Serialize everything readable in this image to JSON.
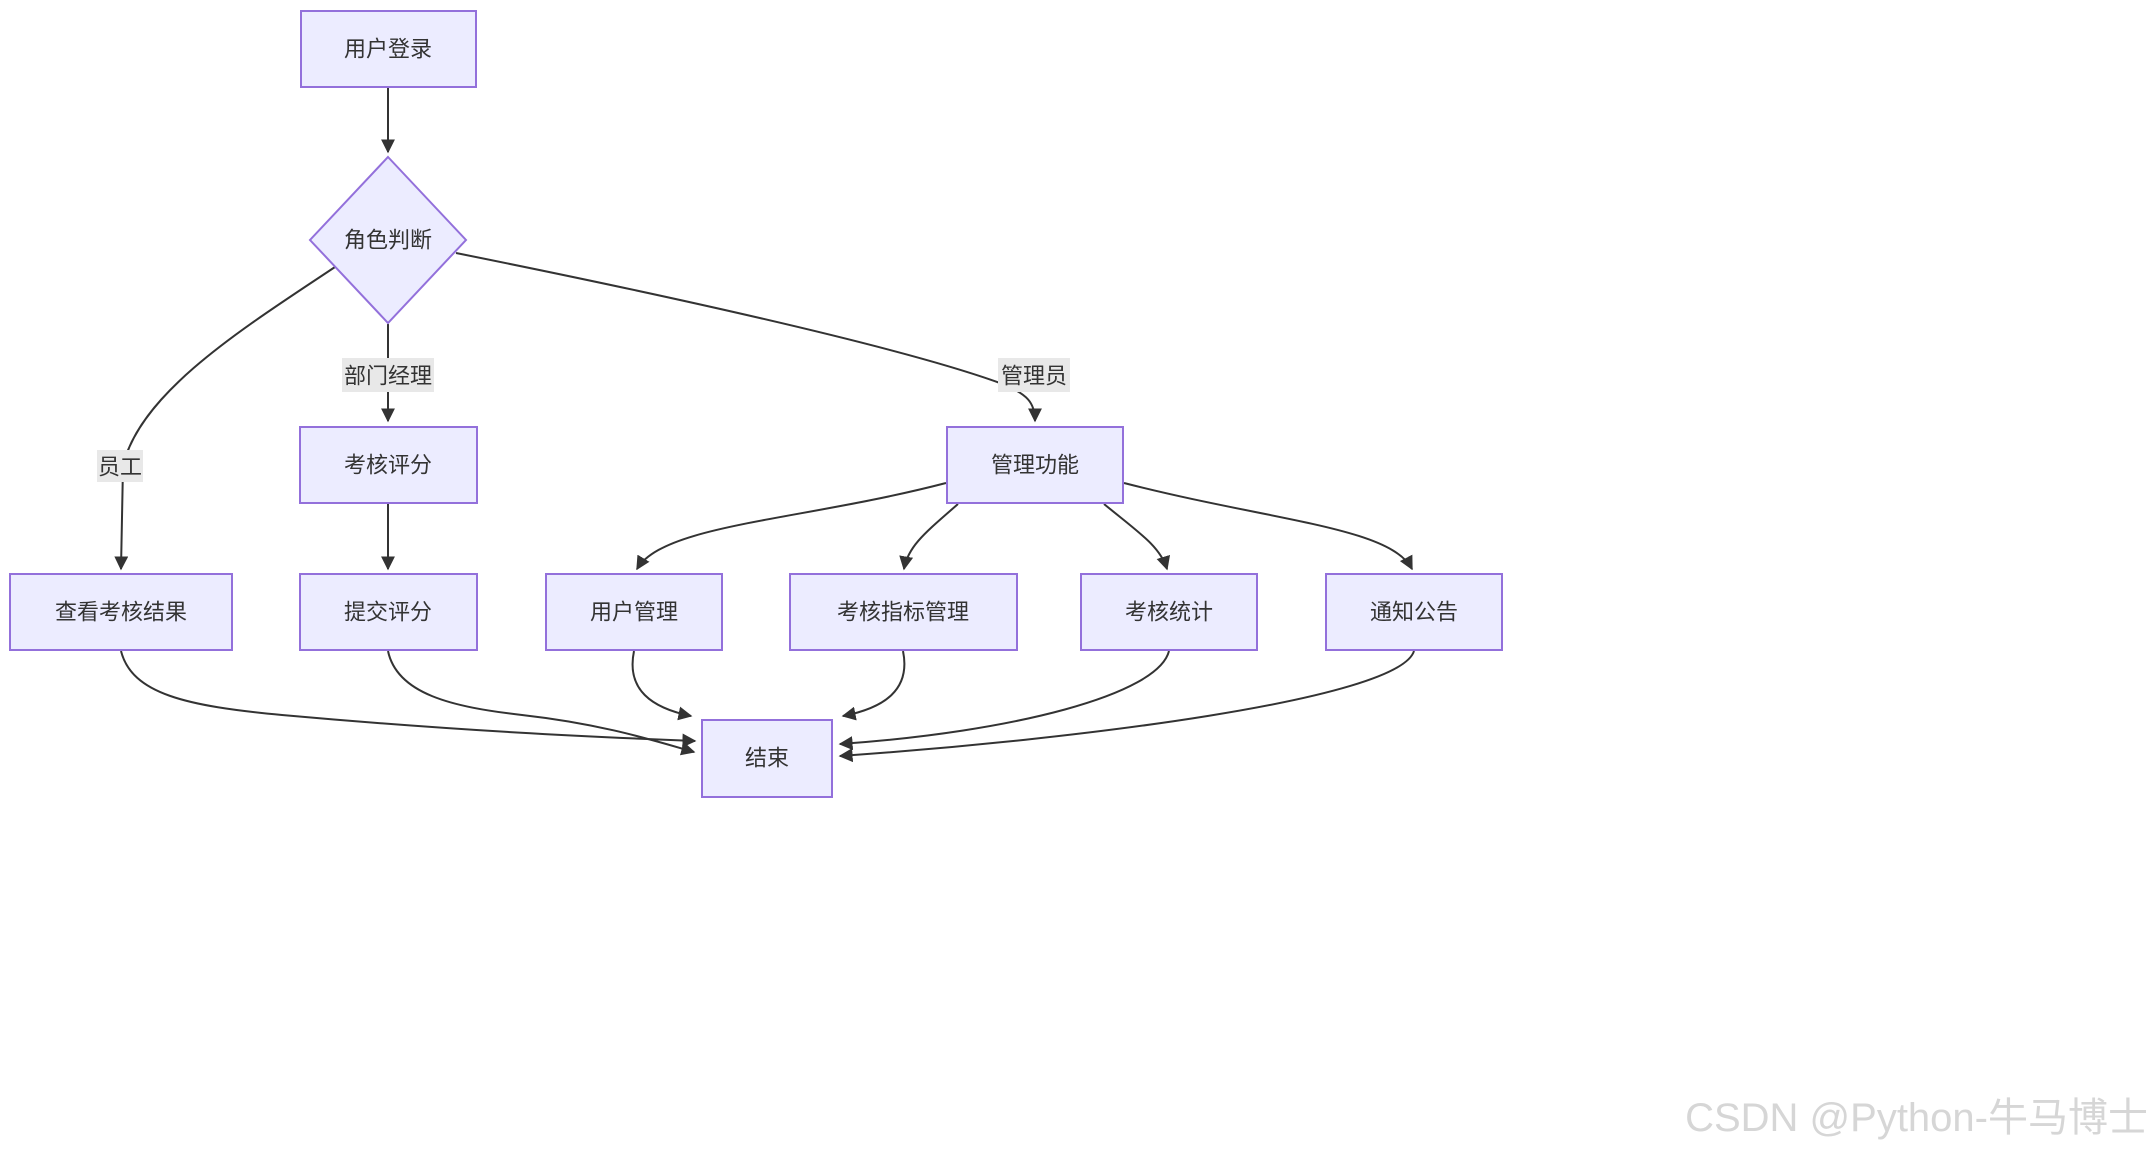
{
  "diagram": {
    "nodes": {
      "login": "用户登录",
      "role": "角色判断",
      "score": "考核评分",
      "admin_func": "管理功能",
      "view_result": "查看考核结果",
      "submit_score": "提交评分",
      "user_mgmt": "用户管理",
      "indicator_mgmt": "考核指标管理",
      "stats": "考核统计",
      "notice": "通知公告",
      "end": "结束"
    },
    "edge_labels": {
      "employee": "员工",
      "dept_manager": "部门经理",
      "admin": "管理员"
    },
    "colors": {
      "node_fill": "#ECECFF",
      "node_border": "#9370DB",
      "edge": "#333333",
      "edge_label_bg": "#e8e8e8",
      "text": "#333333",
      "watermark": "#d6d6d6",
      "background": "#ffffff"
    },
    "watermark": "CSDN @Python-牛马博士"
  }
}
